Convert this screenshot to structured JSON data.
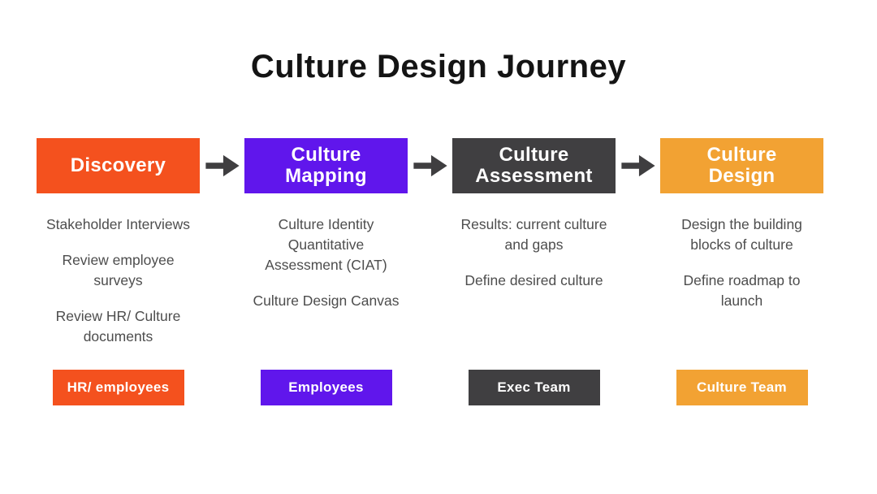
{
  "title": "Culture Design Journey",
  "colors": {
    "discovery_orange": "#F4511E",
    "mapping_purple": "#6016EC",
    "assessment_dark": "#403F41",
    "design_amber": "#F2A233",
    "arrow": "#3F3E40",
    "body_text": "#4D4D4D",
    "title_text": "#141414",
    "stage_text": "#FFFFFF"
  },
  "arrow": {
    "icon": "arrow-right-icon",
    "count": 3
  },
  "columns": [
    {
      "header": "Discovery",
      "color": "#F4511E",
      "items": [
        "Stakeholder Interviews",
        "Review employee\nsurveys",
        "Review HR/ Culture\ndocuments"
      ],
      "badge": "HR/ employees"
    },
    {
      "header": "Culture\nMapping",
      "color": "#6016EC",
      "items": [
        "Culture Identity\nQuantitative\nAssessment (CIAT)",
        "Culture Design Canvas"
      ],
      "badge": "Employees"
    },
    {
      "header": "Culture\nAssessment",
      "color": "#403F41",
      "items": [
        "Results: current culture\nand gaps",
        "Define desired culture"
      ],
      "badge": "Exec Team"
    },
    {
      "header": "Culture\nDesign",
      "color": "#F2A233",
      "items": [
        "Design the building\nblocks of culture",
        "Define roadmap to\nlaunch"
      ],
      "badge": "Culture Team"
    }
  ]
}
